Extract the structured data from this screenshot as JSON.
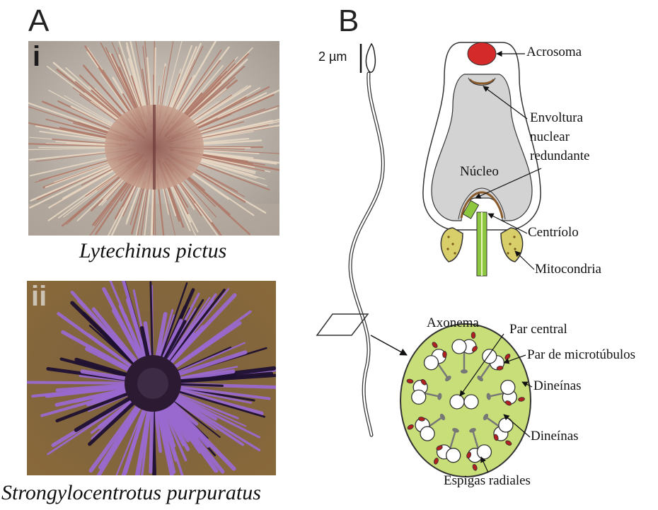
{
  "panels": {
    "a": {
      "letter": "A"
    },
    "b": {
      "letter": "B"
    }
  },
  "photos": [
    {
      "tag": "i",
      "caption": "Lytechinus pictus"
    },
    {
      "tag": "ii",
      "caption": "Strongylocentrotus purpuratus"
    }
  ],
  "scale_bar": {
    "label": "2 µm"
  },
  "sperm_labels": {
    "acrosome": "Acrosoma",
    "envelope": [
      "Envoltura",
      "nuclear",
      "redundante"
    ],
    "nucleus": "Núcleo",
    "centriole": "Centríolo",
    "mitochondria": "Mitocondria"
  },
  "axoneme_labels": {
    "title": "Axonema",
    "central_pair": "Par central",
    "microtubule_pair": "Par de microtúbulos",
    "dyneins_1": "Dineínas",
    "dyneins_2": "Dineínas",
    "radial_spokes": "Espigas radiales"
  },
  "colors": {
    "acrosome": "#d52a2a",
    "nucleus": "#d3d3d3",
    "axoneme": "#c8de78",
    "flagellum_core": "#8dc63f",
    "dynein": "#b02020",
    "urchin_1_spine": "#b07a6a",
    "urchin_2_spine": "#9b6ad0"
  }
}
